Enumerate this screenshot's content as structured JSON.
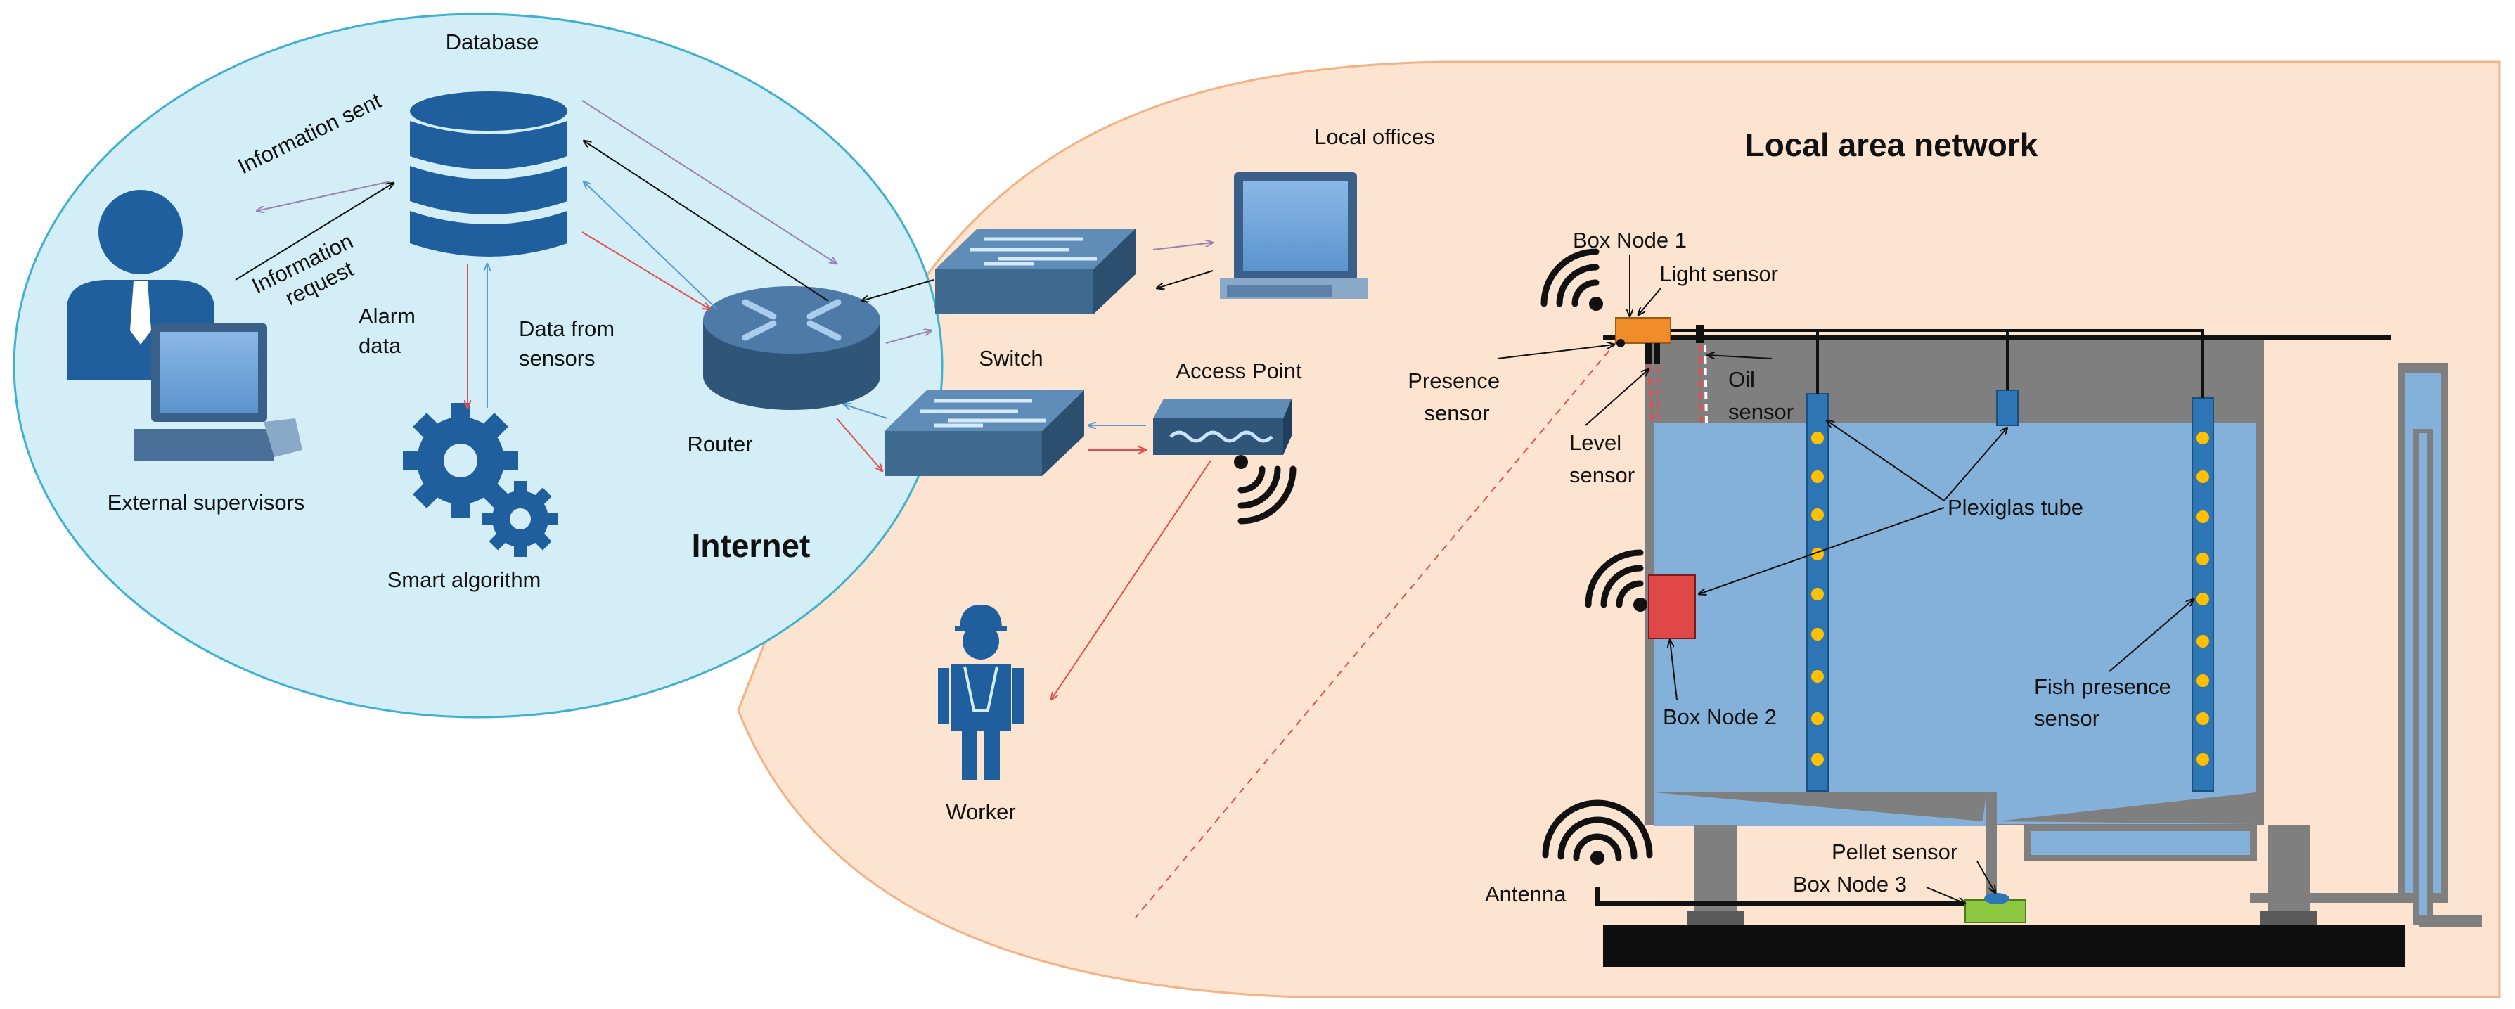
{
  "regions": {
    "internet": "Internet",
    "lan": "Local area network"
  },
  "labels": {
    "database": "Database",
    "information_sent": "Information sent",
    "information_request": "Information request",
    "alarm_data": "Alarm data",
    "data_from_sensors": "Data from sensors",
    "external_supervisors": "External supervisors",
    "smart_algorithm": "Smart algorithm",
    "router": "Router",
    "switch": "Switch",
    "local_offices": "Local offices",
    "access_point": "Access Point",
    "worker": "Worker",
    "box_node_1": "Box Node 1",
    "light_sensor": "Light sensor",
    "presence_sensor": "Presence sensor",
    "oil_sensor": "Oil sensor",
    "level_sensor": "Level sensor",
    "plexiglas_tube": "Plexiglas tube",
    "box_node_2": "Box Node 2",
    "fish_presence_sensor": "Fish presence sensor",
    "pellet_sensor": "Pellet sensor",
    "box_node_3": "Box Node 3",
    "antenna": "Antenna"
  },
  "colors": {
    "internet_fill": "#d3eef6",
    "internet_stroke": "#3fb0cf",
    "lan_fill": "#fde4d0",
    "lan_stroke": "#f4b183",
    "icon_blue": "#1f5f9e",
    "device_blue": "#3e6a8f",
    "tank_gray": "#7f7f7f",
    "water": "#84b1d9",
    "tube": "#2e75b6",
    "led": "#ffc000",
    "box_node_1": "#f08c2a",
    "box_node_2": "#e04848",
    "box_node_3": "#8dc63f"
  }
}
